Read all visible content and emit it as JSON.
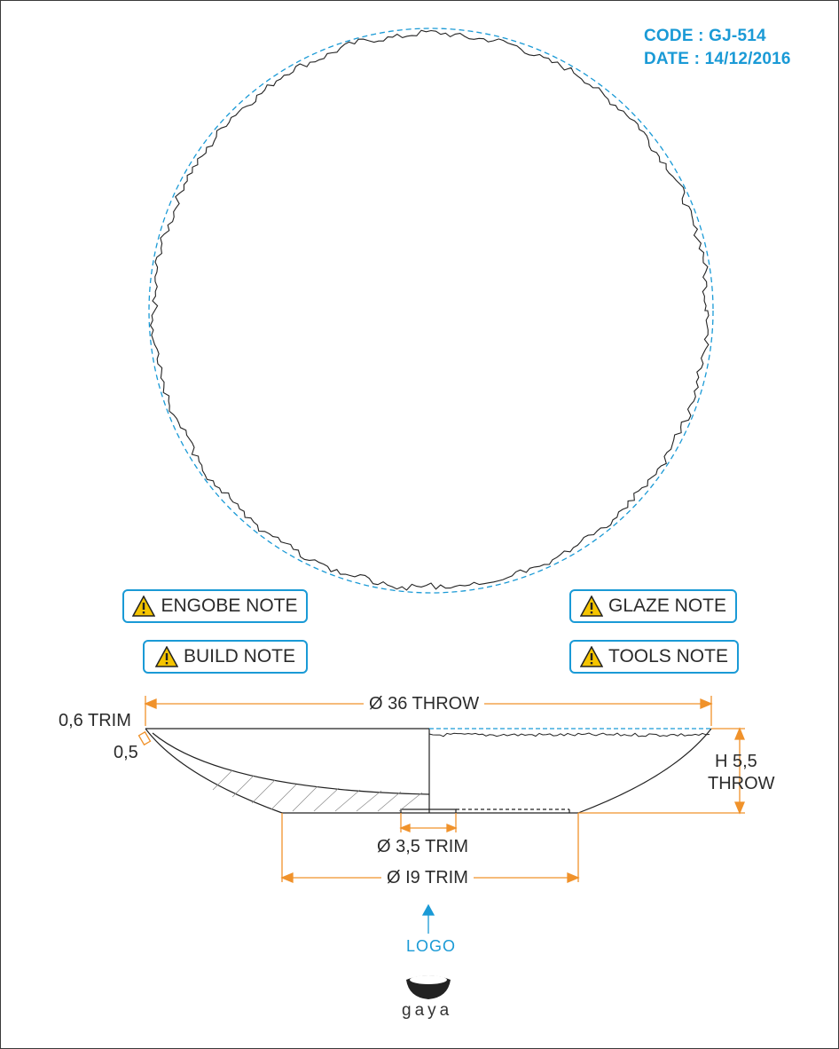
{
  "header": {
    "code": "CODE : GJ-514",
    "date": "DATE : 14/12/2016"
  },
  "notes": {
    "engobe": "ENGOBE NOTE",
    "glaze": "GLAZE NOTE",
    "build": "BUILD NOTE",
    "tools": "TOOLS NOTE"
  },
  "dimensions": {
    "diameter_throw": "Ø 36 THROW",
    "rim_trim": "0,6 TRIM",
    "rim_inner": "0,5",
    "height_line1": "H 5,5",
    "height_line2": "THROW",
    "foot_inner": "Ø 3,5 TRIM",
    "foot_outer": "Ø I9 TRIM"
  },
  "logo": {
    "label": "LOGO",
    "brand": "gaya"
  },
  "colors": {
    "accent": "#1a9ad6",
    "dimension": "#f0922b",
    "line": "#2b2b2b"
  }
}
